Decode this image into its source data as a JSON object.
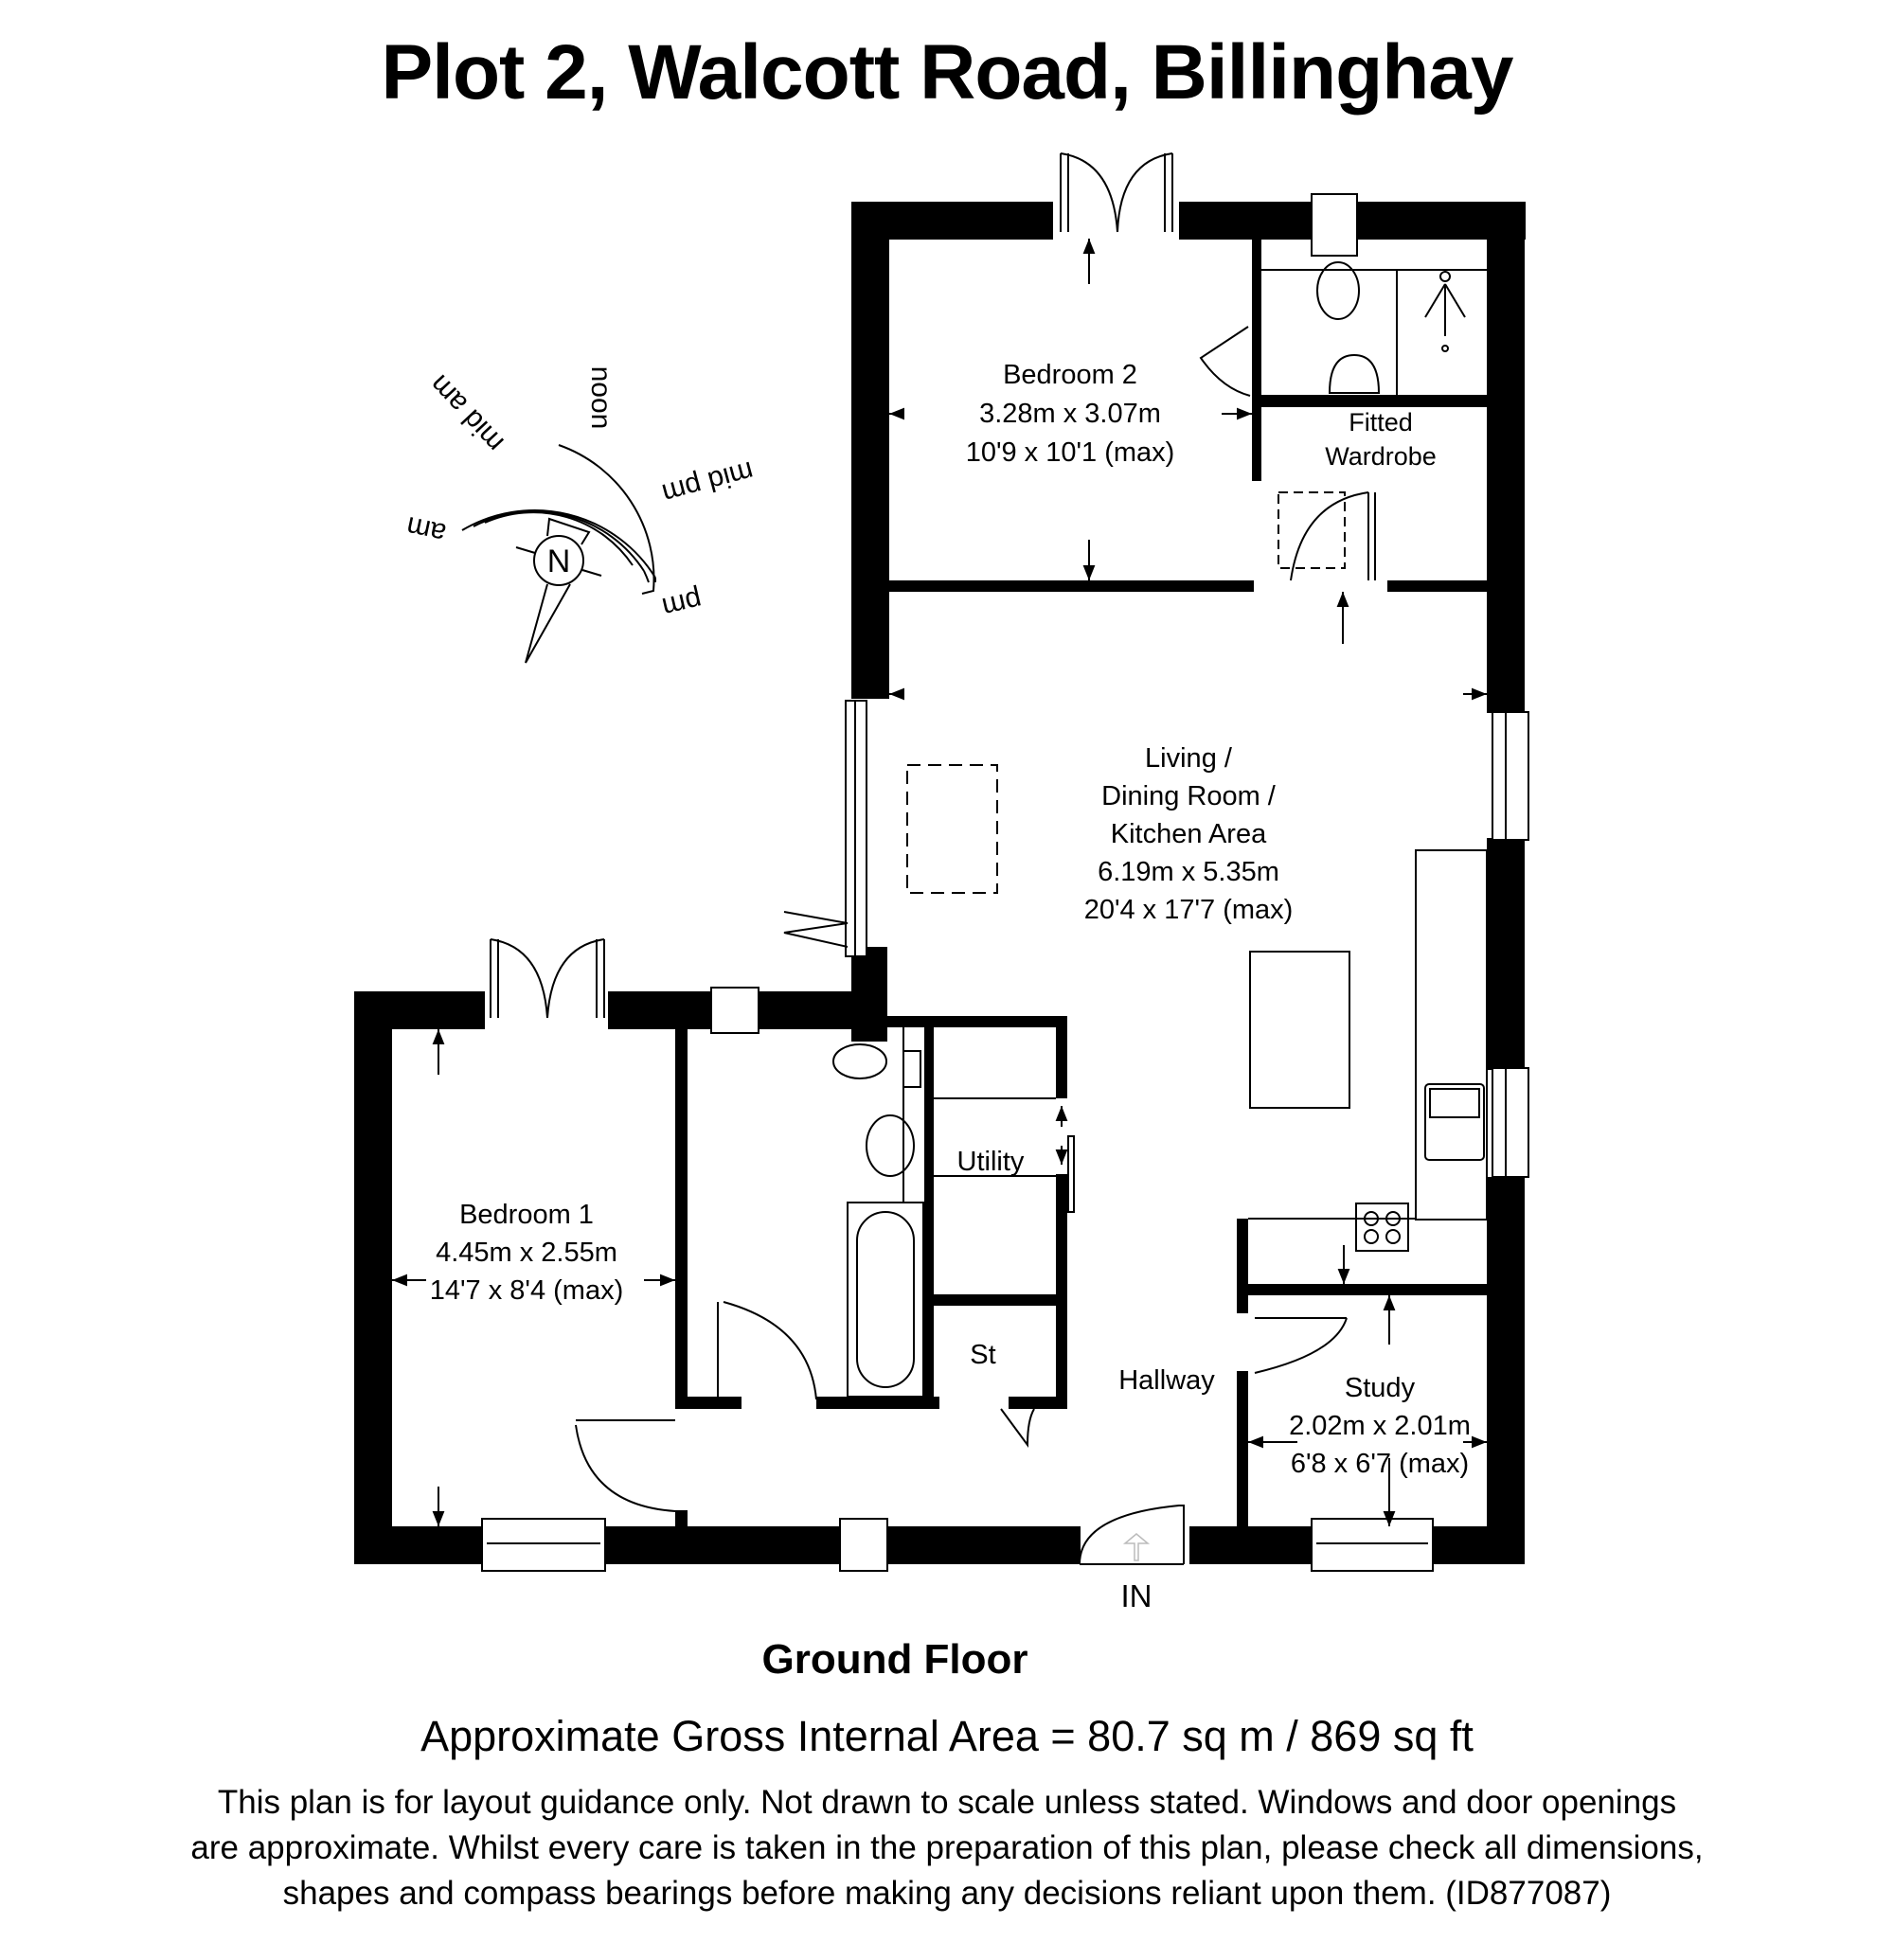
{
  "header": {
    "title": "Plot 2, Walcott Road, Billinghay"
  },
  "floorplan": {
    "floor_name": "Ground Floor",
    "rooms": [
      {
        "name": "Bedroom 2",
        "metric": "3.28m x 3.07m",
        "imperial": "10'9 x 10'1 (max)"
      },
      {
        "name_lines": [
          "Fitted",
          "Wardrobe"
        ]
      },
      {
        "name_lines": [
          "Living /",
          "Dining Room /",
          "Kitchen Area"
        ],
        "metric": "6.19m x 5.35m",
        "imperial": "20'4 x 17'7 (max)"
      },
      {
        "name": "Bedroom 1",
        "metric": "4.45m x 2.55m",
        "imperial": "14'7 x 8'4 (max)"
      },
      {
        "name": "Utility"
      },
      {
        "name": "St"
      },
      {
        "name": "Hallway"
      },
      {
        "name": "Study",
        "metric": "2.02m x 2.01m",
        "imperial": "6'8 x 6'7 (max)"
      }
    ],
    "entrance_label": "IN",
    "compass": {
      "north_label": "N",
      "sun_labels": [
        "am",
        "mid am",
        "noon",
        "mid pm",
        "pm"
      ],
      "icons": [
        "compass-north-icon",
        "sun-path-arc-icon"
      ]
    },
    "fixture_icons": [
      "toilet-icon",
      "basin-icon",
      "shower-icon",
      "bath-icon",
      "sink-icon",
      "hob-icon",
      "window-icon",
      "door-icon",
      "french-door-icon",
      "bifold-door-icon",
      "entrance-arrow-icon"
    ],
    "colors": {
      "wall": "#000000",
      "background": "#ffffff",
      "line": "#000000"
    }
  },
  "footer": {
    "area": "Approximate Gross Internal Area = 80.7 sq m / 869 sq ft",
    "disclaimer_lines": [
      "This plan is for layout guidance only. Not drawn to scale unless stated. Windows and door openings",
      "are approximate. Whilst every care is taken in the preparation of this plan, please check all dimensions,",
      "shapes and compass bearings before making any decisions reliant upon them. (ID877087)"
    ]
  }
}
